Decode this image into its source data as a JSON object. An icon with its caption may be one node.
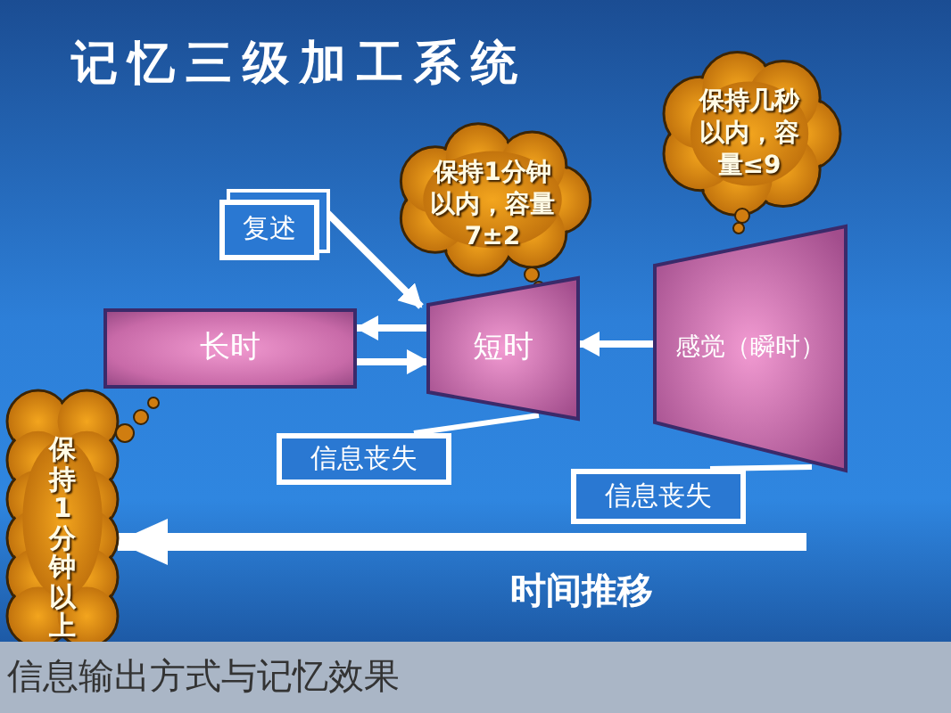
{
  "diagram": {
    "title": "记忆三级加工系统",
    "caption": "信息输出方式与记忆效果",
    "nodes": [
      {
        "text": [
          "保持几秒以内，容量≤9"
        ]
      },
      {
        "text": [
          "保持1分钟以内，容量7±2"
        ]
      },
      {
        "text": [
          "复述"
        ]
      },
      {
        "text": [
          "长时"
        ]
      },
      {
        "text": [
          "短时"
        ]
      },
      {
        "text": [
          "感觉（瞬时）"
        ]
      },
      {
        "text": [
          "信息丧失"
        ]
      },
      {
        "text": [
          "信息丧失"
        ]
      },
      {
        "text": [
          "保持1分钟以上"
        ]
      }
    ],
    "edges": [
      {
        "from": 5,
        "to": 4,
        "arrow": "to"
      },
      {
        "from": 4,
        "to": 3,
        "arrow": "to"
      },
      {
        "from": 3,
        "to": 4,
        "arrow": "to"
      },
      {
        "from": 2,
        "to": 4,
        "arrow": "to"
      },
      {
        "from": 6,
        "to": 4,
        "arrow": "none"
      },
      {
        "from": 7,
        "to": 5,
        "arrow": "none"
      },
      {
        "from": null,
        "to": 8,
        "arrow": "to",
        "style": "thick"
      }
    ],
    "labels": [
      "时间推移"
    ]
  }
}
